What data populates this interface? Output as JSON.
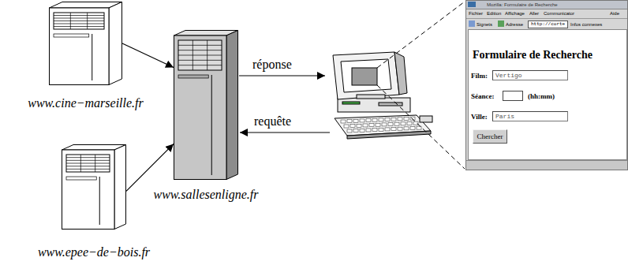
{
  "diagram": {
    "nodes": [
      {
        "text": [
          "www.cine−marseille.fr"
        ]
      },
      {
        "text": [
          "www.sallesenligne.fr"
        ]
      },
      {
        "text": [
          "www.epee−de−bois.fr"
        ]
      },
      {
        "text": [
          "Mozilla: Formulaire de Recherche",
          "Fichier",
          "Edition",
          "Affichage",
          "Aller",
          "Communicator",
          "Aide",
          "Signets",
          "Adresse",
          "http://corte",
          "Infos connexes",
          "Formulaire de Recherche",
          "Film:",
          "Séance:",
          "(hh:mm)",
          "Ville:"
        ]
      },
      {
        "text": [
          "Vertigo"
        ],
        "in": 3
      },
      {
        "text": [
          "Paris"
        ],
        "in": 3
      },
      {
        "text": [
          "Chercher"
        ],
        "in": 3
      }
    ],
    "edges": [
      {
        "from": 0,
        "to": 1,
        "arrow": "to"
      },
      {
        "from": 2,
        "to": 1,
        "arrow": "to"
      }
    ],
    "labels": [
      "réponse",
      "requête"
    ]
  }
}
